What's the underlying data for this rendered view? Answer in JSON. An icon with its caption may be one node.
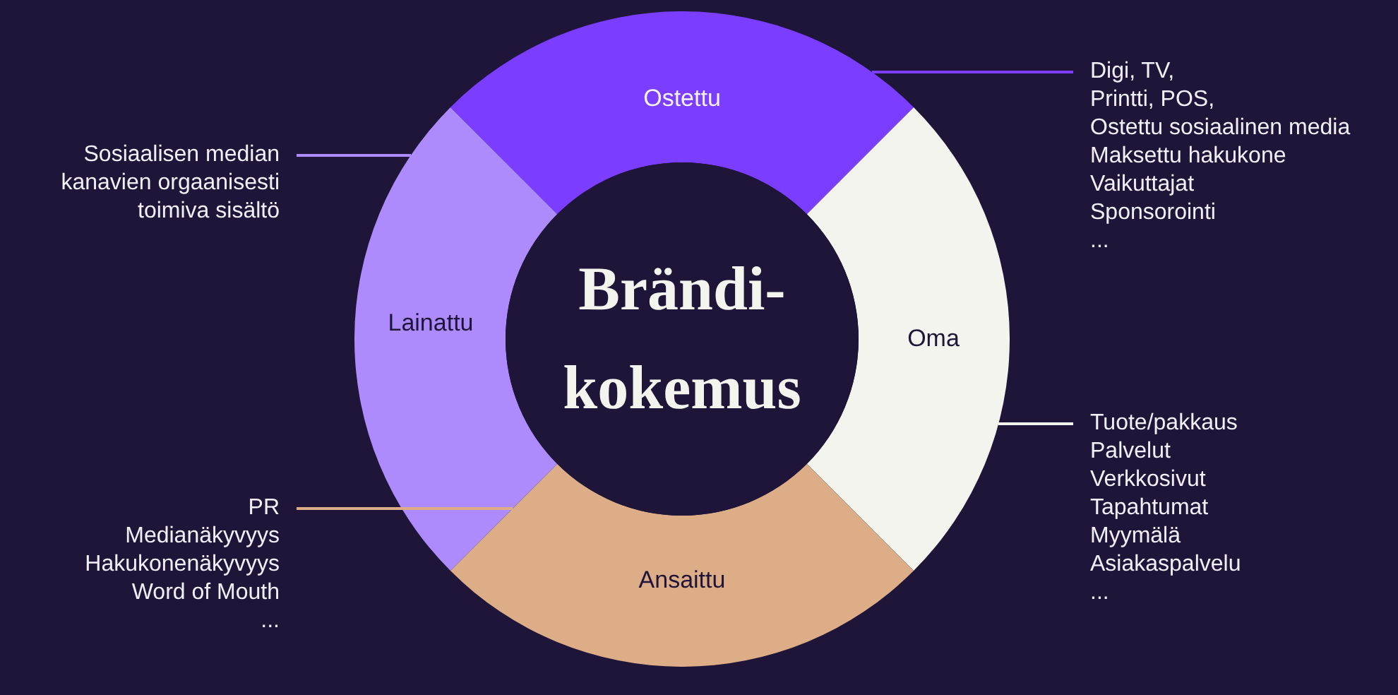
{
  "diagram": {
    "nodes": [
      {
        "text": [
          "Ostettu"
        ]
      },
      {
        "text": [
          "Oma"
        ]
      },
      {
        "text": [
          "Ansaittu"
        ]
      },
      {
        "text": [
          "Lainattu"
        ]
      },
      {
        "text": [
          "Brändi-kokemus"
        ]
      },
      {
        "text": [
          "Digi, TV,",
          "Printti, POS,",
          "Ostettu sosiaalinen media",
          "Maksettu hakukone",
          "Vaikuttajat",
          "Sponsorointi",
          "..."
        ]
      },
      {
        "text": [
          "Tuote/pakkaus",
          "Palvelut",
          "Verkkosivut",
          "Tapahtumat",
          "Myymälä",
          "Asiakaspalvelu",
          "..."
        ]
      },
      {
        "text": [
          "PR",
          "Medianäkyvyys",
          "Hakukonenäkyvyys",
          "Word of Mouth",
          "..."
        ]
      },
      {
        "text": [
          "Sosiaalisen median kanavien orgaanisesti toimiva sisältö"
        ]
      }
    ],
    "edges": [
      {
        "from": 5,
        "to": 0,
        "arrow": "none",
        "color": "#7b3dff"
      },
      {
        "from": 6,
        "to": 1,
        "arrow": "none",
        "color": "#f3f4ee"
      },
      {
        "from": 7,
        "to": 2,
        "arrow": "none",
        "color": "#dcad86"
      },
      {
        "from": 8,
        "to": 3,
        "arrow": "none",
        "color": "#ad8bfd"
      }
    ]
  }
}
